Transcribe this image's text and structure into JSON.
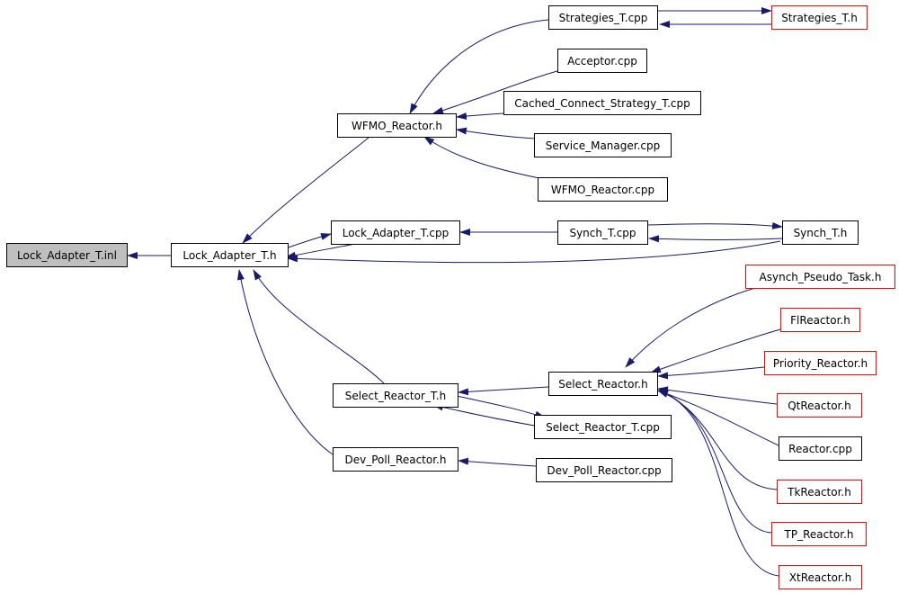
{
  "colors": {
    "edge": "#191970",
    "node_border": "#000000",
    "incomplete_border": "#ff0000",
    "root_fill": "#bfbfbf"
  },
  "nodes": {
    "lock_adapter_t_inl": "Lock_Adapter_T.inl",
    "lock_adapter_t_h": "Lock_Adapter_T.h",
    "wfmo_reactor_h": "WFMO_Reactor.h",
    "lock_adapter_t_cpp": "Lock_Adapter_T.cpp",
    "select_reactor_t_h": "Select_Reactor_T.h",
    "dev_poll_reactor_h": "Dev_Poll_Reactor.h",
    "strategies_t_cpp": "Strategies_T.cpp",
    "strategies_t_h": "Strategies_T.h",
    "acceptor_cpp": "Acceptor.cpp",
    "cached_connect_strategy_t_cpp": "Cached_Connect_Strategy_T.cpp",
    "service_manager_cpp": "Service_Manager.cpp",
    "wfmo_reactor_cpp": "WFMO_Reactor.cpp",
    "synch_t_cpp": "Synch_T.cpp",
    "synch_t_h": "Synch_T.h",
    "select_reactor_h": "Select_Reactor.h",
    "select_reactor_t_cpp": "Select_Reactor_T.cpp",
    "dev_poll_reactor_cpp": "Dev_Poll_Reactor.cpp",
    "asynch_pseudo_task_h": "Asynch_Pseudo_Task.h",
    "flreactor_h": "FlReactor.h",
    "priority_reactor_h": "Priority_Reactor.h",
    "qtreactor_h": "QtReactor.h",
    "reactor_cpp": "Reactor.cpp",
    "tkreactor_h": "TkReactor.h",
    "tp_reactor_h": "TP_Reactor.h",
    "xtreactor_h": "XtReactor.h"
  }
}
